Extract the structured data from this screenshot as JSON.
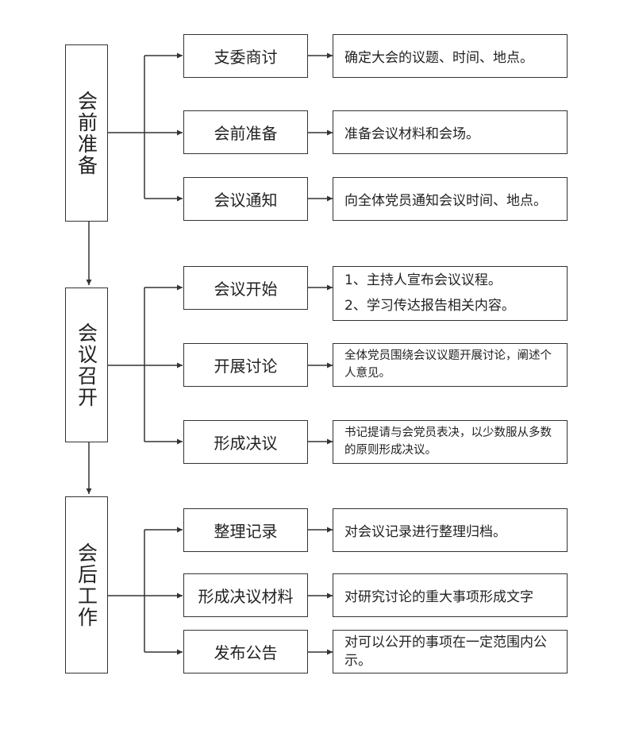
{
  "phases": [
    {
      "label": "会前准备",
      "steps": [
        {
          "label": "支委商讨",
          "desc": [
            "确定大会的议题、时间、地点。"
          ]
        },
        {
          "label": "会前准备",
          "desc": [
            "准备会议材料和会场。"
          ]
        },
        {
          "label": "会议通知",
          "desc": [
            "向全体党员通知会议时间、地点。"
          ]
        }
      ]
    },
    {
      "label": "会议召开",
      "steps": [
        {
          "label": "会议开始",
          "desc": [
            "1、主持人宣布会议议程。",
            "2、学习传达报告相关内容。"
          ]
        },
        {
          "label": "开展讨论",
          "desc": [
            "全体党员围绕会议议题开展讨论，阐述个人意见。"
          ]
        },
        {
          "label": "形成决议",
          "desc": [
            "书记提请与会党员表决，以少数服从多数的原则形成决议。"
          ]
        }
      ]
    },
    {
      "label": "会后工作",
      "steps": [
        {
          "label": "整理记录",
          "desc": [
            "对会议记录进行整理归档。"
          ]
        },
        {
          "label": "形成决议材料",
          "desc": [
            "对研究讨论的重大事项形成文字"
          ]
        },
        {
          "label": "发布公告",
          "desc": [
            "对可以公开的事项在一定范围内公示。"
          ]
        }
      ]
    }
  ]
}
